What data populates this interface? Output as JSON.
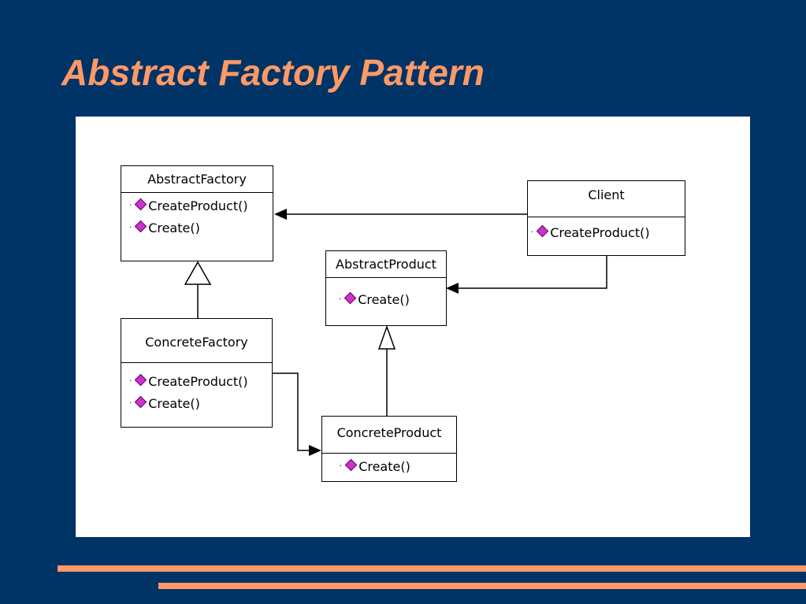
{
  "slide": {
    "title": "Abstract Factory Pattern"
  },
  "colors": {
    "background": "#003366",
    "title": "#ff9966",
    "accent_bars": "#ff9966",
    "operation_icon": "#cc33cc"
  },
  "diagram": {
    "classes": {
      "abstract_factory": {
        "name": "AbstractFactory",
        "operations": [
          "CreateProduct()",
          "Create()"
        ]
      },
      "client": {
        "name": "Client",
        "operations": [
          "CreateProduct()"
        ]
      },
      "abstract_product": {
        "name": "AbstractProduct",
        "operations": [
          "Create()"
        ]
      },
      "concrete_factory": {
        "name": "ConcreteFactory",
        "operations": [
          "CreateProduct()",
          "Create()"
        ]
      },
      "concrete_product": {
        "name": "ConcreteProduct",
        "operations": [
          "Create()"
        ]
      }
    },
    "relationships": [
      {
        "from": "Client",
        "to": "AbstractFactory",
        "type": "association"
      },
      {
        "from": "Client",
        "to": "AbstractProduct",
        "type": "association"
      },
      {
        "from": "ConcreteFactory",
        "to": "AbstractFactory",
        "type": "generalization"
      },
      {
        "from": "ConcreteProduct",
        "to": "AbstractProduct",
        "type": "generalization"
      },
      {
        "from": "ConcreteFactory",
        "to": "ConcreteProduct",
        "type": "association"
      }
    ],
    "operation_icon": "purple-diamond-icon"
  }
}
